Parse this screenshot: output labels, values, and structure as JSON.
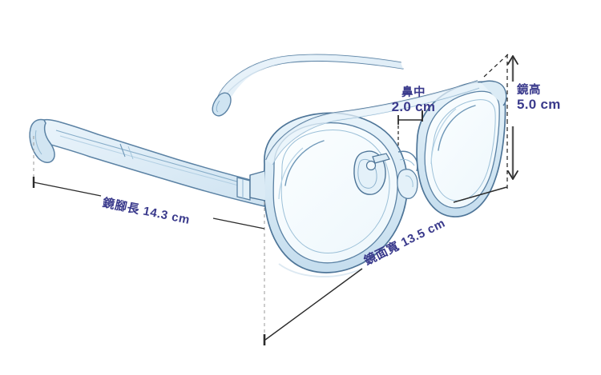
{
  "diagram": {
    "title": "eyeglasses-dimension-diagram",
    "subject": "眼鏡",
    "units": "cm",
    "colors": {
      "label_text": "#3a3a8c",
      "frame_outline": "#4e7598",
      "frame_fill": "#d6e8f3",
      "frame_fill_light": "#eaf4fa",
      "dimension_line": "#2b2b2b",
      "guide_line": "#9a9a9a",
      "background": "#ffffff"
    },
    "measurements": [
      {
        "id": "bridge",
        "name": "鼻中",
        "value": "2.0 cm",
        "number": 2.0,
        "unit": "cm"
      },
      {
        "id": "lens_height",
        "name": "鏡高",
        "value": "5.0 cm",
        "number": 5.0,
        "unit": "cm"
      },
      {
        "id": "temple_length",
        "name": "鏡腳長",
        "value": "14.3 cm",
        "number": 14.3,
        "unit": "cm",
        "combined": "鏡腳長  14.3 cm"
      },
      {
        "id": "frame_width",
        "name": "鏡面寬",
        "value": "13.5 cm",
        "number": 13.5,
        "unit": "cm",
        "combined": "鏡面寬  13.5 cm"
      }
    ]
  }
}
